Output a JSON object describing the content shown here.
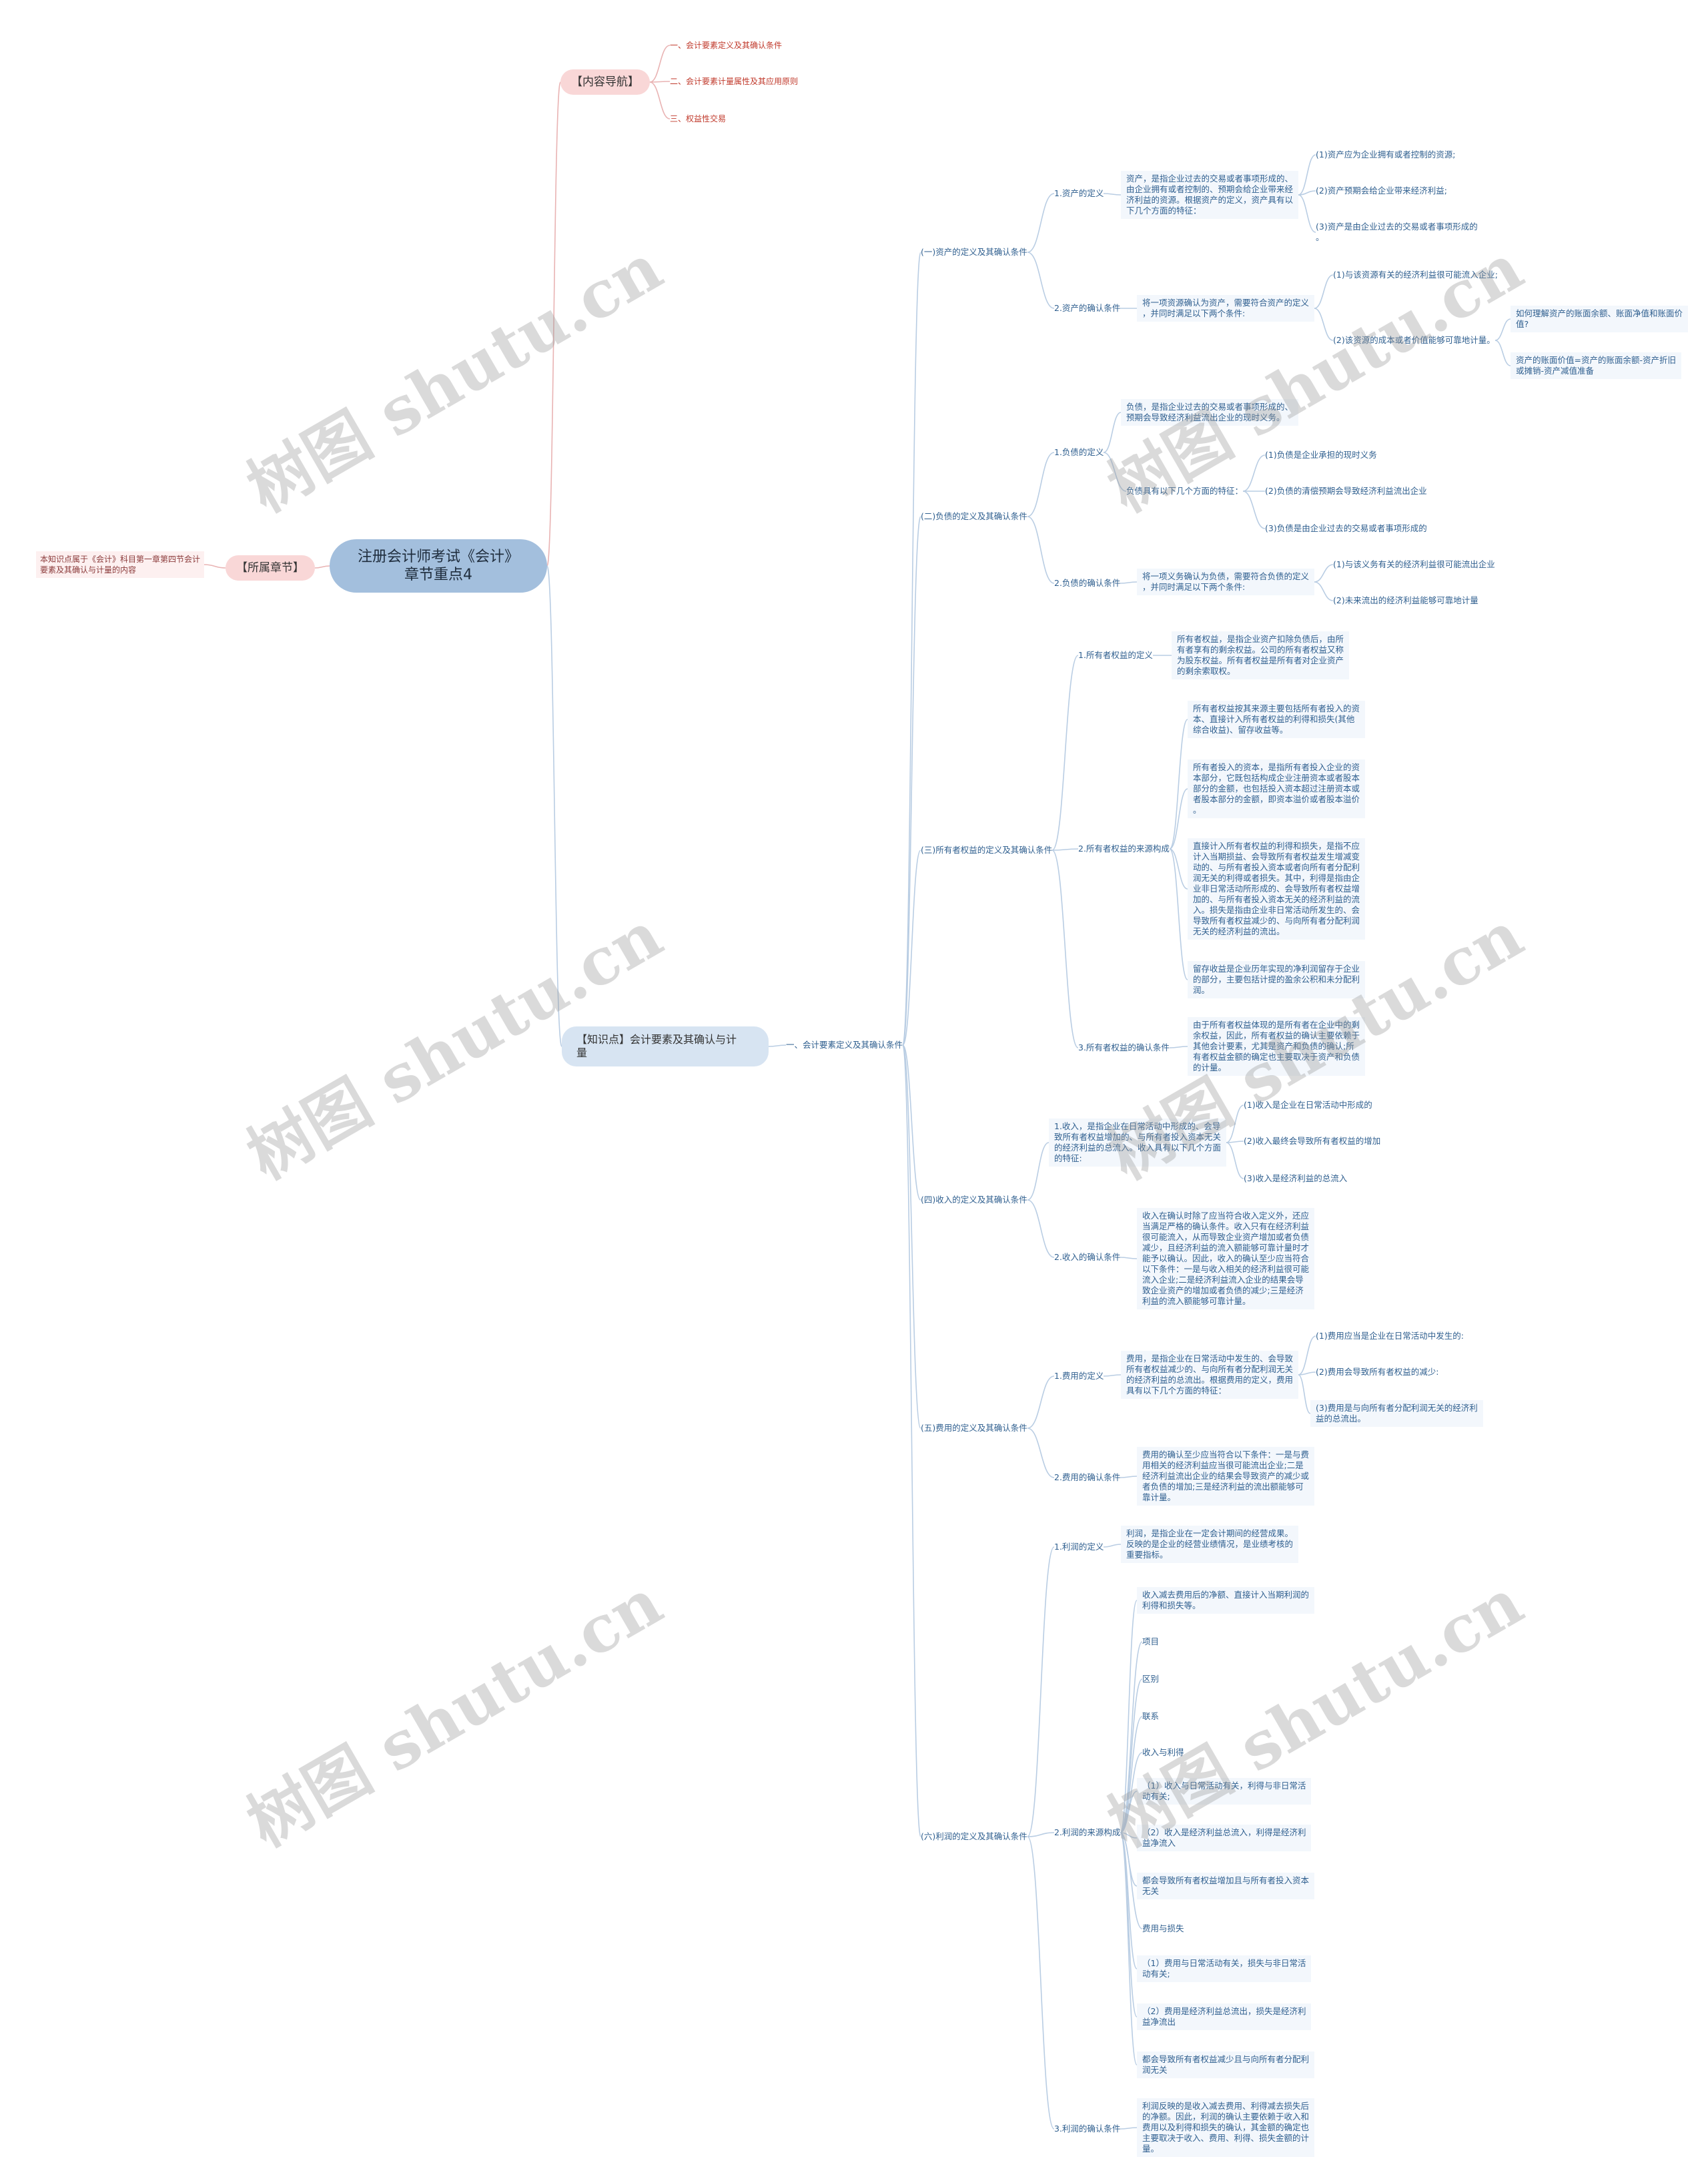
{
  "root": "注册会计师考试《会计》\n章节重点4",
  "chapter": {
    "label": "【所属章节】",
    "note": "本知识点属于《会计》科目第一章第四节会计\n要素及其确认与计量的内容"
  },
  "nav": {
    "label": "【内容导航】",
    "items": [
      "一、会计要素定义及其确认条件",
      "二、会计要素计量属性及其应用原则",
      "三、权益性交易"
    ]
  },
  "knowledge": {
    "label": "【知识点】会计要素及其确认与计\n量",
    "section": "一、会计要素定义及其确认条件",
    "groups": [
      {
        "label": "(一)资产的定义及其确认条件",
        "def_label": "1.资产的定义",
        "def_text": "资产，是指企业过去的交易或者事项形成的、\n由企业拥有或者控制的、预期会给企业带来经\n济利益的资源。根据资产的定义，资产具有以\n下几个方面的特征：",
        "def_items": [
          "(1)资产应为企业拥有或者控制的资源;",
          "(2)资产预期会给企业带来经济利益;",
          "(3)资产是由企业过去的交易或者事项形成的\n。"
        ],
        "cond_label": "2.资产的确认条件",
        "cond_text": "将一项资源确认为资产，需要符合资产的定义\n，并同时满足以下两个条件:",
        "cond_items": [
          "(1)与该资源有关的经济利益很可能流入企业;",
          "(2)该资源的成本或者价值能够可靠地计量。"
        ],
        "extra": [
          "如何理解资产的账面余额、账面净值和账面价\n值?",
          "资产的账面价值=资产的账面余额-资产折旧\n或摊销-资产减值准备"
        ]
      },
      {
        "label": "(二)负债的定义及其确认条件",
        "def_label": "1.负债的定义",
        "def_text": "负债，是指企业过去的交易或者事项形成的、\n预期会导致经济利益流出企业的现时义务。",
        "def_sub": "负债具有以下几个方面的特征：",
        "def_items": [
          "(1)负债是企业承担的现时义务",
          "(2)负债的清偿预期会导致经济利益流出企业",
          "(3)负债是由企业过去的交易或者事项形成的"
        ],
        "cond_label": "2.负债的确认条件",
        "cond_text": "将一项义务确认为负债，需要符合负债的定义\n，并同时满足以下两个条件:",
        "cond_items": [
          "(1)与该义务有关的经济利益很可能流出企业",
          "(2)未来流出的经济利益能够可靠地计量"
        ]
      },
      {
        "label": "(三)所有者权益的定义及其确认条件",
        "def_label": "1.所有者权益的定义",
        "def_text": "所有者权益，是指企业资产扣除负债后，由所\n有者享有的剩余权益。公司的所有者权益又称\n为股东权益。所有者权益是所有者对企业资产\n的剩余索取权。",
        "src_label": "2.所有者权益的来源构成",
        "src_items": [
          "所有者权益按其来源主要包括所有者投入的资\n本、直接计入所有者权益的利得和损失(其他\n综合收益)、留存收益等。",
          "所有者投入的资本，是指所有者投入企业的资\n本部分，它既包括构成企业注册资本或者股本\n部分的金额，也包括投入资本超过注册资本或\n者股本部分的金额，即资本溢价或者股本溢价\n。",
          "直接计入所有者权益的利得和损失，是指不应\n计入当期损益、会导致所有者权益发生增减变\n动的、与所有者投入资本或者向所有者分配利\n润无关的利得或者损失。其中，利得是指由企\n业非日常活动所形成的、会导致所有者权益增\n加的、与所有者投入资本无关的经济利益的流\n入。损失是指由企业非日常活动所发生的、会\n导致所有者权益减少的、与向所有者分配利润\n无关的经济利益的流出。",
          "留存收益是企业历年实现的净利润留存于企业\n的部分，主要包括计提的盈余公积和未分配利\n润。"
        ],
        "cond_label": "3.所有者权益的确认条件",
        "cond_text": "由于所有者权益体现的是所有者在企业中的剩\n余权益，因此，所有者权益的确认主要依赖于\n其他会计要素，尤其是资产和负债的确认;所\n有者权益金额的确定也主要取决于资产和负债\n的计量。"
      },
      {
        "label": "(四)收入的定义及其确认条件",
        "def_label": "1.收入，是指企业在日常活动中形成的、会导\n致所有者权益增加的、与所有者投入资本无关\n的经济利益的总流入。收入具有以下几个方面\n的特征:",
        "def_items": [
          "(1)收入是企业在日常活动中形成的",
          "(2)收入最终会导致所有者权益的增加",
          "(3)收入是经济利益的总流入"
        ],
        "cond_label": "2.收入的确认条件",
        "cond_text": "收入在确认时除了应当符合收入定义外，还应\n当满足严格的确认条件。收入只有在经济利益\n很可能流入，从而导致企业资产增加或者负债\n减少，且经济利益的流入额能够可靠计量时才\n能予以确认。因此，收入的确认至少应当符合\n以下条件：一是与收入相关的经济利益很可能\n流入企业;二是经济利益流入企业的结果会导\n致企业资产的增加或者负债的减少;三是经济\n利益的流入额能够可靠计量。"
      },
      {
        "label": "(五)费用的定义及其确认条件",
        "def_label": "1.费用的定义",
        "def_text": "费用，是指企业在日常活动中发生的、会导致\n所有者权益减少的、与向所有者分配利润无关\n的经济利益的总流出。根据费用的定义，费用\n具有以下几个方面的特征：",
        "def_items": [
          "(1)费用应当是企业在日常活动中发生的:",
          "(2)费用会导致所有者权益的减少:",
          "(3)费用是与向所有者分配利润无关的经济利\n益的总流出。"
        ],
        "cond_label": "2.费用的确认条件",
        "cond_text": "费用的确认至少应当符合以下条件：一是与费\n用相关的经济利益应当很可能流出企业;二是\n经济利益流出企业的结果会导致资产的减少或\n者负债的增加;三是经济利益的流出额能够可\n靠计量。"
      },
      {
        "label": "(六)利润的定义及其确认条件",
        "def_label": "1.利润的定义",
        "def_text": "利润，是指企业在一定会计期间的经营成果。\n反映的是企业的经营业绩情况，是业绩考核的\n重要指标。",
        "src_label": "2.利润的来源构成",
        "src_items": [
          "收入减去费用后的净额、直接计入当期利润的\n利得和损失等。",
          "项目",
          "区别",
          "联系",
          "收入与利得",
          "（1）收入与日常活动有关，利得与非日常活\n动有关;",
          "（2）收入是经济利益总流入，利得是经济利\n益净流入",
          "都会导致所有者权益增加且与所有者投入资本\n无关",
          "费用与损失",
          "（1）费用与日常活动有关，损失与非日常活\n动有关;",
          "（2）费用是经济利益总流出，损失是经济利\n益净流出",
          "都会导致所有者权益减少且与向所有者分配利\n润无关"
        ],
        "cond_label": "3.利润的确认条件",
        "cond_text": "利润反映的是收入减去费用、利得减去损失后\n的净额。因此，利润的确认主要依赖于收入和\n费用以及利得和损失的确认，其金额的确定也\n主要取决于收入、费用、利得、损失金额的计\n量。"
      }
    ]
  },
  "watermark": "树图 shutu.cn"
}
